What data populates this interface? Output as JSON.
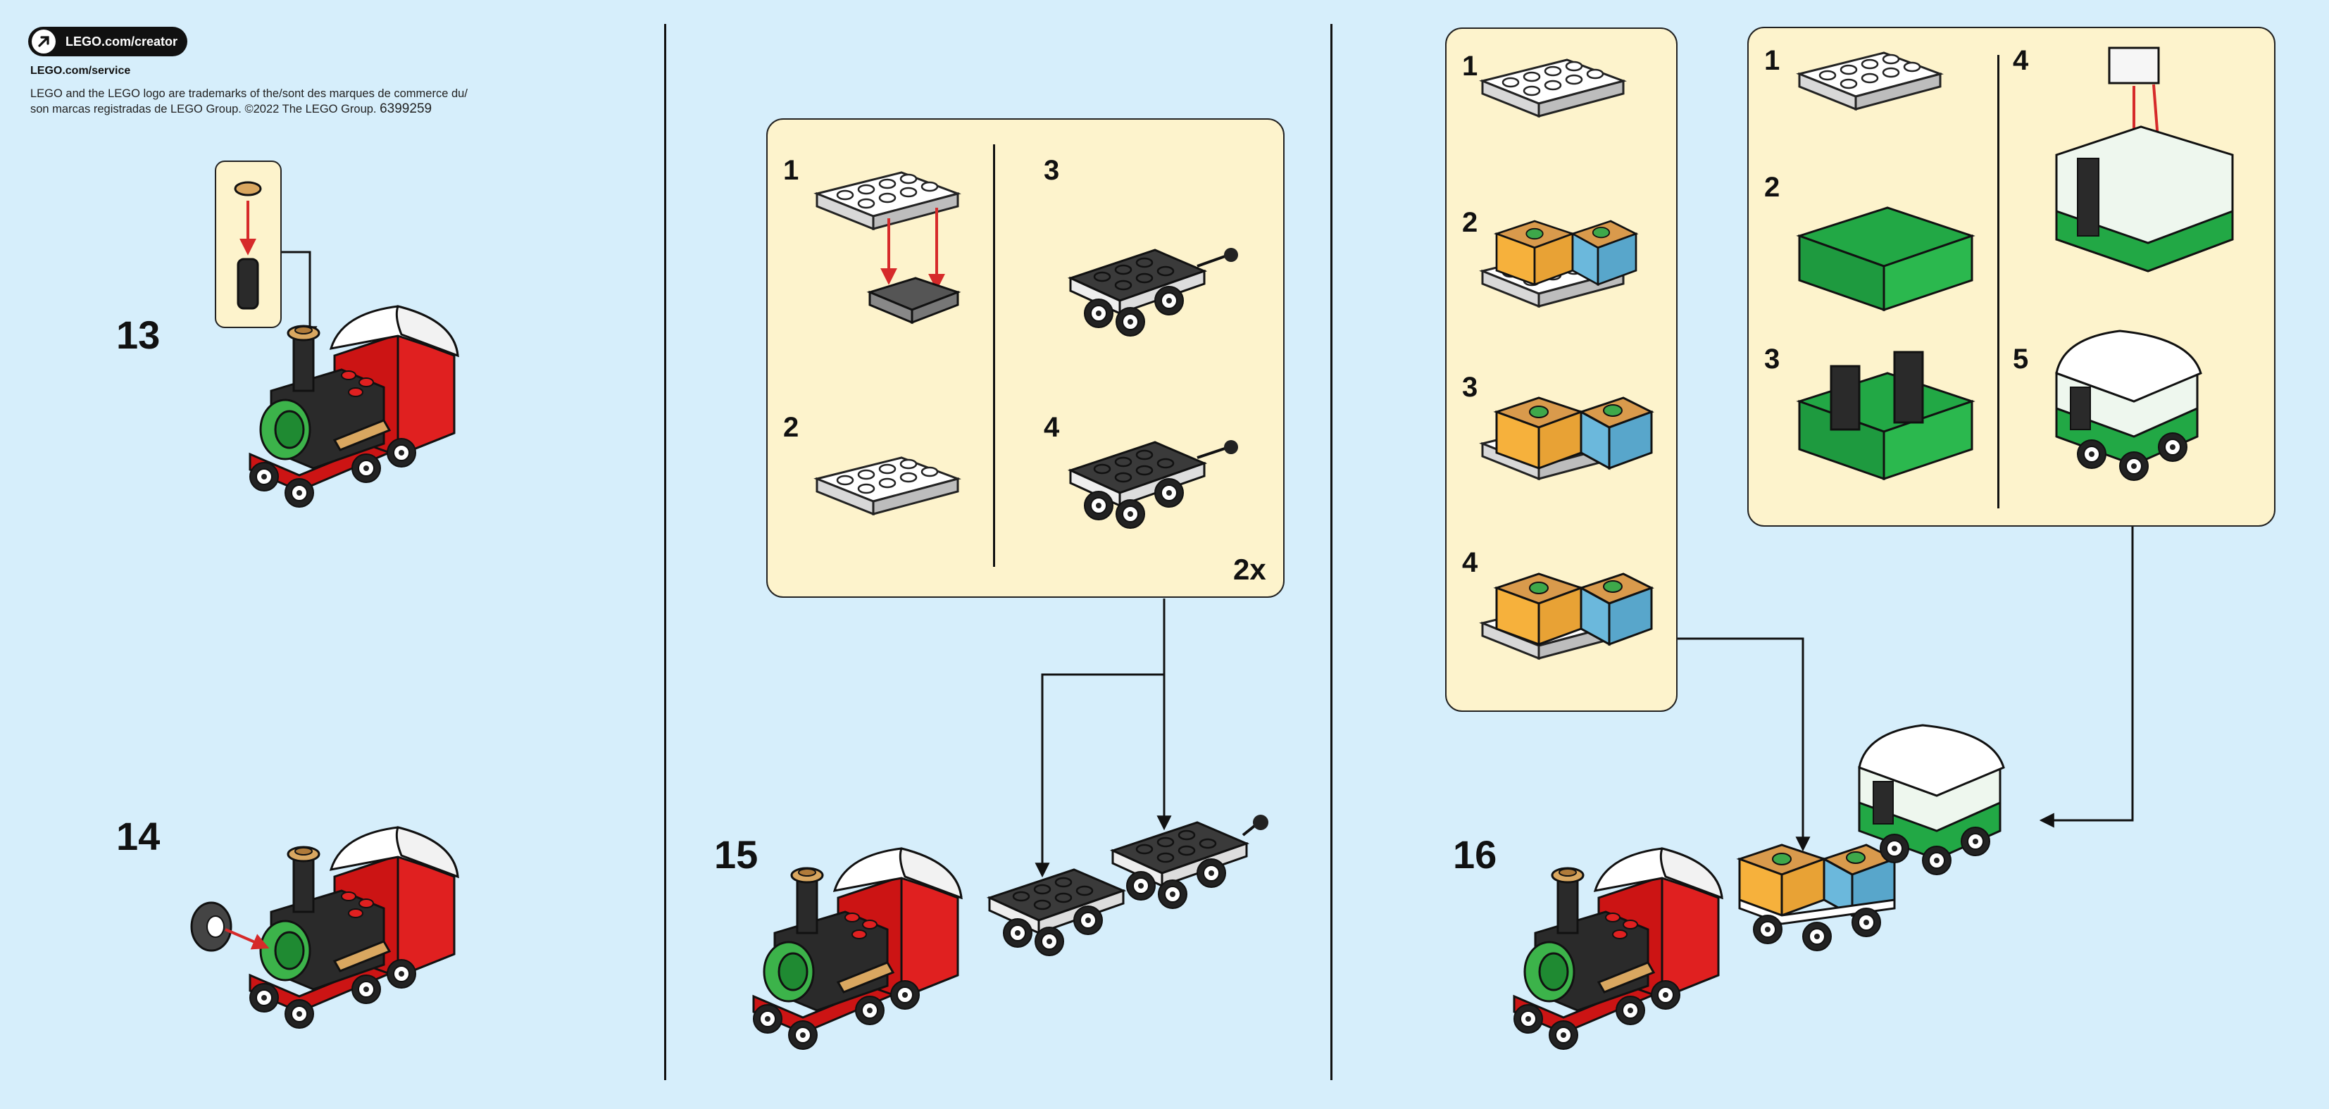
{
  "header": {
    "creator_link": "LEGO.com/creator",
    "service_link": "LEGO.com/service",
    "legal_line1": "LEGO and the LEGO logo are trademarks of the/sont des marques de commerce du/",
    "legal_line2": "son marcas registradas de LEGO Group. ©2022 The LEGO Group.",
    "set_number": "6399259"
  },
  "steps": {
    "s13": "13",
    "s14": "14",
    "s15": "15",
    "s16": "16"
  },
  "sub_steps": {
    "panel15": [
      "1",
      "2",
      "3",
      "4"
    ],
    "panel15_multiplier": "2x",
    "panel16a": [
      "1",
      "2",
      "3",
      "4"
    ],
    "panel16b": [
      "1",
      "2",
      "3",
      "4",
      "5"
    ]
  },
  "colors": {
    "background": "#d6eefb",
    "panel": "#fdf3cc",
    "red": "#cc1414",
    "green": "#22a845",
    "black": "#222222",
    "white": "#ffffff",
    "tan": "#d9a760",
    "orange": "#f6b13c",
    "blue": "#6bb8dc",
    "arrow": "#d62a2a"
  },
  "icons": [
    "arrow-icon",
    "train-engine-icon",
    "wagon-icon",
    "brick-icon"
  ]
}
